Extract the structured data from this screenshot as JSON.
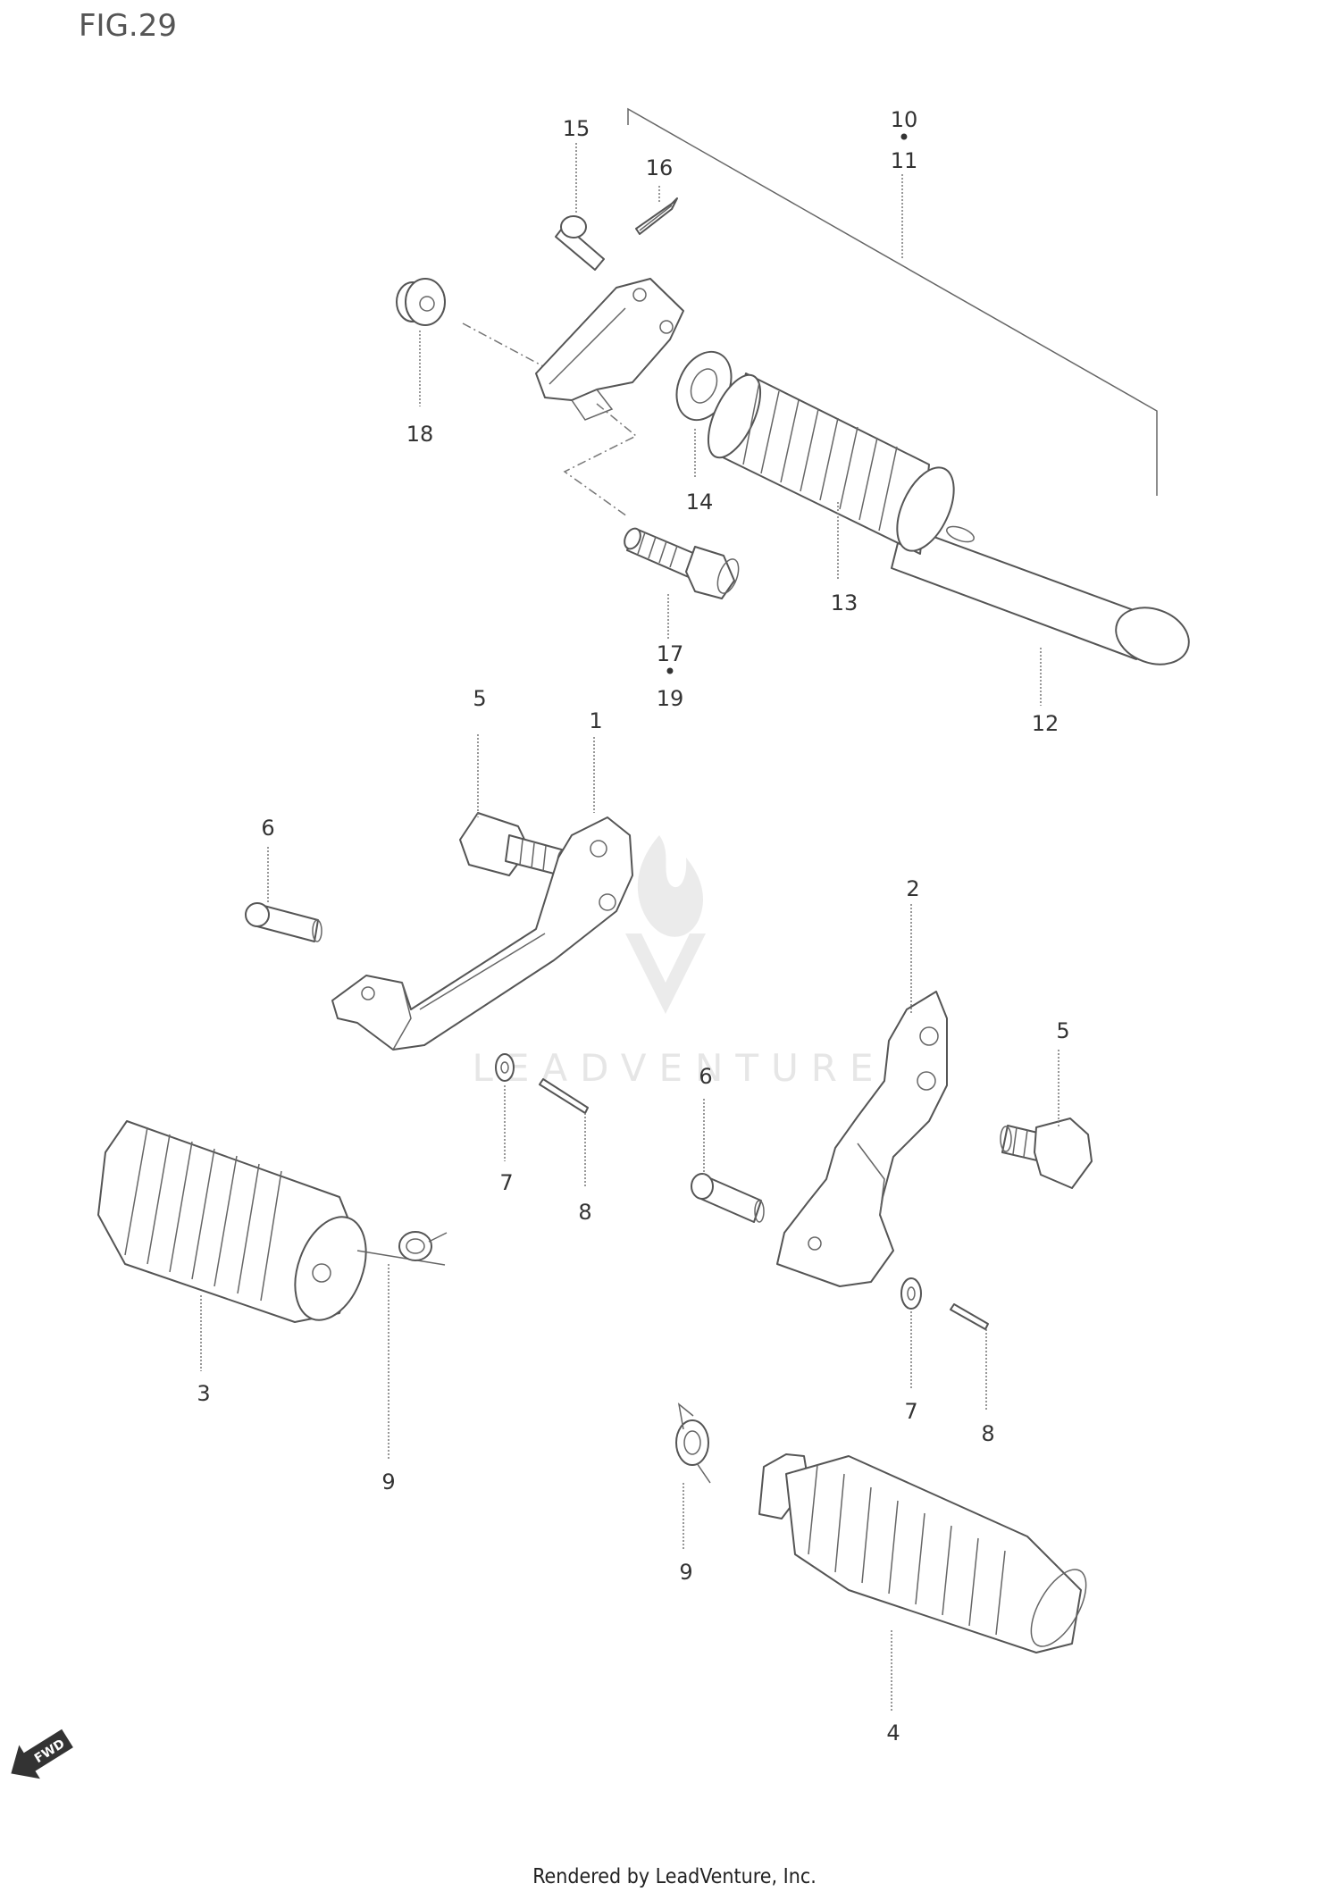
{
  "title": "FIG.29",
  "footer": "Rendered by LeadVenture, Inc.",
  "watermark": "LEADVENTURE",
  "fwd_label": "FWD",
  "callouts": {
    "c1": "1",
    "c2": "2",
    "c3": "3",
    "c4": "4",
    "c5a": "5",
    "c5b": "5",
    "c6a": "6",
    "c6b": "6",
    "c7a": "7",
    "c7b": "7",
    "c8a": "8",
    "c8b": "8",
    "c9a": "9",
    "c9b": "9",
    "c10": "10",
    "c11": "11",
    "c12": "12",
    "c13": "13",
    "c14": "14",
    "c15": "15",
    "c16": "16",
    "c17": "17",
    "c18": "18",
    "c19": "19"
  }
}
